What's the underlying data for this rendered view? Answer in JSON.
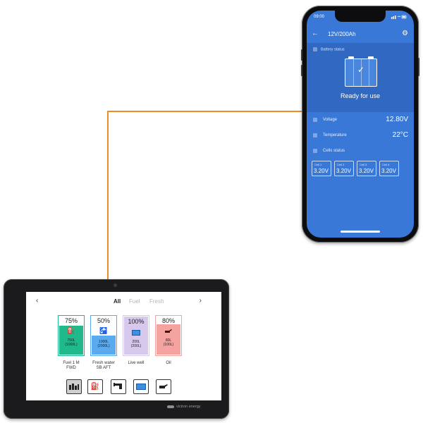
{
  "colors": {
    "connector": "#f08c23",
    "app_blue": "#3978d6",
    "fuel_tank": "#20b98c",
    "freshwater_tank": "#5aaaf0",
    "livewell_tank": "#d7c8ee",
    "oil_tank": "#f4a3a0"
  },
  "phone": {
    "status_bar": {
      "time": "09:00",
      "icons": "signal-wifi-battery"
    },
    "header": {
      "title": "12V/200Ah",
      "back_icon": "arrow-left-icon",
      "settings_icon": "gear-icon"
    },
    "battery_status": {
      "label": "Battery status",
      "state": "Ready for use"
    },
    "metrics": [
      {
        "label": "Voltage",
        "value": "12.80V"
      },
      {
        "label": "Temperature",
        "value": "22°C"
      }
    ],
    "cells": {
      "label": "Cells status",
      "items": [
        {
          "name": "Cell 1",
          "value": "3.20V"
        },
        {
          "name": "Cell 2",
          "value": "3.20V"
        },
        {
          "name": "Cell 3",
          "value": "3.20V"
        },
        {
          "name": "Cell 4",
          "value": "3.20V"
        }
      ]
    }
  },
  "tablet": {
    "nav": {
      "prev": "‹",
      "next": "›"
    },
    "filters": [
      "All",
      "Fuel",
      "Fresh"
    ],
    "active_filter": "All",
    "tanks": [
      {
        "percent_text": "75%",
        "level": 0.75,
        "volume": "750L",
        "capacity": "(1000L)",
        "name_line1": "Fuel 1 M",
        "name_line2": "FWD",
        "icon": "fuel-pump-icon"
      },
      {
        "percent_text": "50%",
        "level": 0.5,
        "volume": "1000L",
        "capacity": "(2000L)",
        "name_line1": "Fresh water",
        "name_line2": "SB AFT",
        "icon": "water-tap-icon"
      },
      {
        "percent_text": "100%",
        "level": 1.0,
        "volume": "200L",
        "capacity": "(200L)",
        "name_line1": "Live well",
        "name_line2": "",
        "icon": "live-well-icon"
      },
      {
        "percent_text": "80%",
        "level": 0.8,
        "volume": "80L",
        "capacity": "(100L)",
        "name_line1": "Oil",
        "name_line2": "",
        "icon": "oil-can-icon"
      }
    ],
    "bottom_buttons": [
      "all-tanks-icon",
      "fuel-pump-icon",
      "water-tap-icon",
      "live-well-icon",
      "oil-can-icon"
    ],
    "brand": "victron energy"
  }
}
